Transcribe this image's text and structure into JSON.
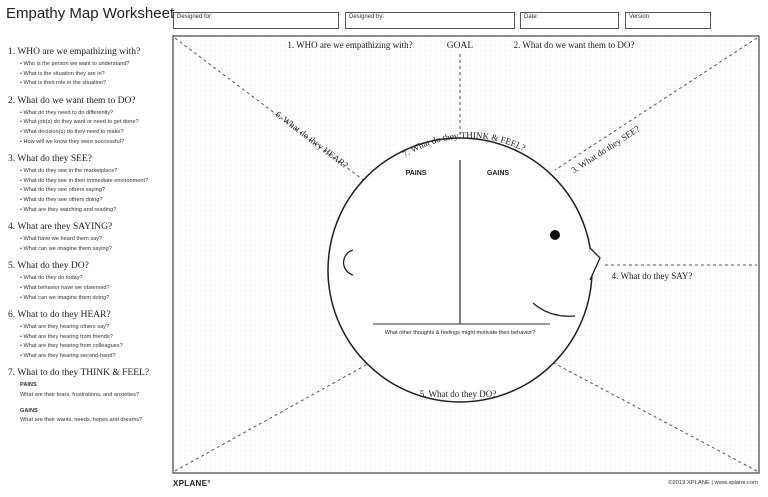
{
  "title": "Empathy Map Worksheet",
  "fields": {
    "designed_for": "Designed for:",
    "designed_by": "Designed by:",
    "date": "Date:",
    "version": "Version:"
  },
  "sidebar": [
    {
      "heading": "1. WHO are we empathizing with?",
      "items": [
        "Who is the person we want to understand?",
        "What is the situation they are in?",
        "What is their role in the situation?"
      ]
    },
    {
      "heading": "2. What do we want them to DO?",
      "items": [
        "What do they need to do differently?",
        "What job(s) do they want or need to get done?",
        "What decision(s) do they need to make?",
        "How will we know they were successful?"
      ]
    },
    {
      "heading": "3. What do they SEE?",
      "items": [
        "What do they see in the marketplace?",
        "What do they see in their immediate environment?",
        "What do they see others saying?",
        "What do they see others doing?",
        "What are they watching and reading?"
      ]
    },
    {
      "heading": "4. What are they SAYING?",
      "items": [
        "What have we heard them say?",
        "What can we imagine them saying?"
      ]
    },
    {
      "heading": "5. What do they DO?",
      "items": [
        "What do they do today?",
        "What behavior have we observed?",
        "What can we imagine them doing?"
      ]
    },
    {
      "heading": "6. What to do they HEAR?",
      "items": [
        "What are they hearing others say?",
        "What are they hearing from friends?",
        "What are they hearing from colleagues?",
        "What are they hearing second-hand?"
      ]
    }
  ],
  "think_feel": {
    "heading": "7. What to do they THINK & FEEL?",
    "pains_label": "PAINS",
    "pains_text": "What are their fears, frustrations, and anxieties?",
    "gains_label": "GAINS",
    "gains_text": "What are their wants, needs, hopes and dreams?"
  },
  "map": {
    "who": "1. WHO are we empathizing with?",
    "goal": "GOAL",
    "do_goal": "2. What do we want them to DO?",
    "see": "3. What do they SEE?",
    "say": "4. What do they SAY?",
    "do": "5. What do they DO?",
    "hear": "6. What do they HEAR?",
    "think": "7. What do they THINK & FEEL?",
    "pains": "PAINS",
    "gains": "GAINS",
    "motivate": "What other thoughts & feelings might motivate their behavior?"
  },
  "footer": {
    "logo": "XPLANE°",
    "copyright": "©2019 XPLANE | www.xplane.com"
  }
}
